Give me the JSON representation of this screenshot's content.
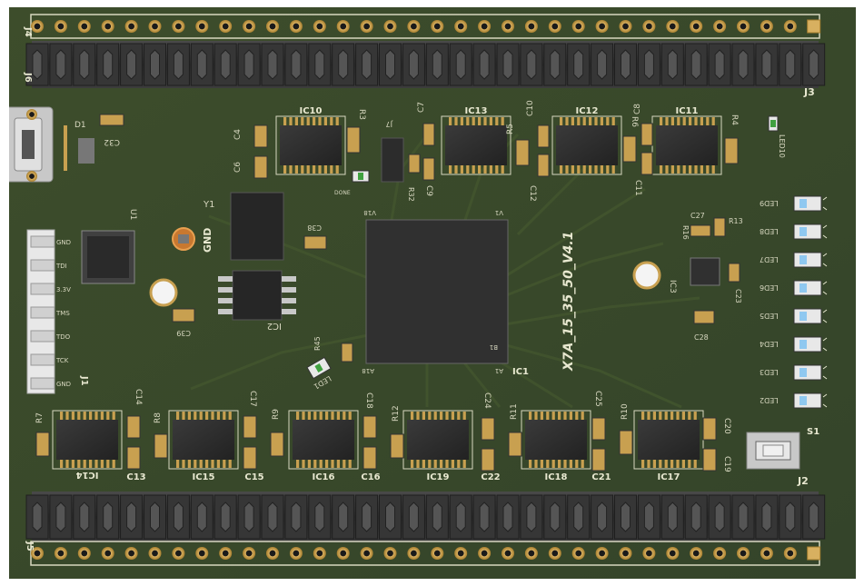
{
  "board": {
    "silk_title": "X7A_15_35_50_V4.1",
    "gnd_label": "GND",
    "done_label": "DONE",
    "colors": {
      "pcb": "#3a4a2a",
      "pcb_dark": "#2f3e22",
      "silk": "#e8e8d0",
      "chip": "#2b2b2b",
      "pin": "#c8a050",
      "header": "#3a3a3a"
    }
  },
  "headers": {
    "j4": "J4",
    "j6": "J6",
    "j3": "J3",
    "j5": "J5",
    "j2": "J2",
    "j1": "J1"
  },
  "jtag_pins": [
    "GND",
    "TDI",
    "3.3V",
    "TMS",
    "TDO",
    "TCK",
    "GND"
  ],
  "leds": [
    "LED9",
    "LED8",
    "LED7",
    "LED6",
    "LED5",
    "LED4",
    "LED3",
    "LED2"
  ],
  "top_chips": [
    "IC10",
    "IC13",
    "IC12",
    "IC11"
  ],
  "bottom_chips": [
    "IC14",
    "IC15",
    "IC16",
    "IC19",
    "IC18",
    "IC17"
  ],
  "bottom_caps": [
    "C13",
    "C15",
    "C16",
    "C22",
    "C21"
  ],
  "labels": {
    "u1": "U1",
    "y1": "Y1",
    "ic2": "IC2",
    "ic1": "IC1",
    "ic3": "IC3",
    "d1": "D1",
    "c32": "C32",
    "c38": "C38",
    "c39": "C39",
    "c27": "C27",
    "c28": "C28",
    "c23": "C23",
    "r13": "R13",
    "r16": "R16",
    "s1": "S1",
    "j7": "J7",
    "r32": "R32",
    "r3": "R3",
    "r5": "R5",
    "r6": "R6",
    "r4": "R4",
    "c4": "C4",
    "c6": "C6",
    "c7": "C7",
    "c9": "C9",
    "c10": "C10",
    "c12": "C12",
    "c8": "C8",
    "c11": "C11",
    "r45": "R45",
    "led1": "LED1",
    "led10": "LED10",
    "v18": "V18",
    "v1": "V1",
    "b1": "B1",
    "a18": "A18",
    "a1": "A1",
    "r7": "R7",
    "r8": "R8",
    "r9": "R9",
    "r12": "R12",
    "r11": "R11",
    "r10": "R10",
    "c14": "C14",
    "c17": "C17",
    "c18": "C18",
    "c24": "C24",
    "c25": "C25",
    "c20": "C20",
    "c19": "C19"
  }
}
